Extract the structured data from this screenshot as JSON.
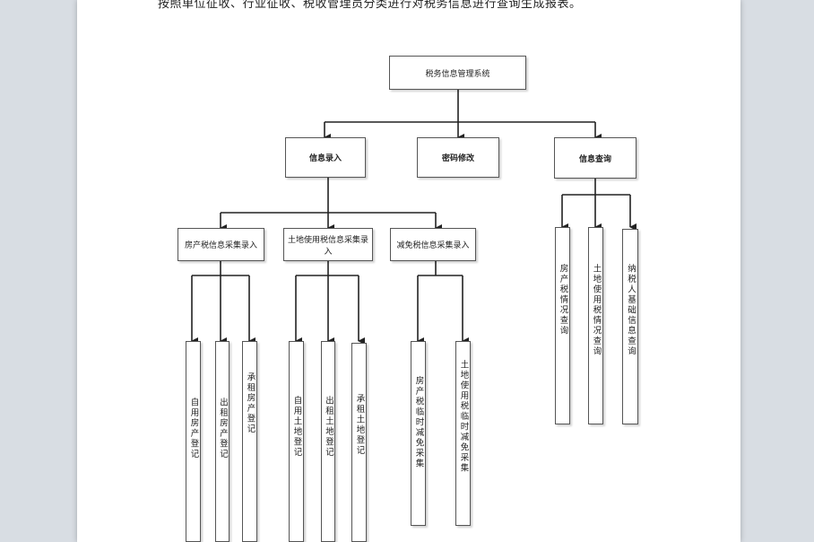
{
  "header_text": "按照单位征收、行业征收、税收管理员分类进行对税务信息进行查询生成报表。",
  "diagram": {
    "root": "税务信息管理系统",
    "level1": [
      "信息录入",
      "密码修改",
      "信息查询"
    ],
    "input_children": [
      "房产税信息采集录入",
      "土地使用税信息采集录入",
      "减免税信息采集录入"
    ],
    "house_children": [
      "自用房产登记",
      "出租房产登记",
      "承租房产登记"
    ],
    "land_children": [
      "自用土地登记",
      "出租土地登记",
      "承租土地登记"
    ],
    "exempt_children": [
      "房产税临时减免采集",
      "土地使用税临时减免采集"
    ],
    "query_children": [
      "房产税情况查询",
      "土地使用税情况查询",
      "纳税人基础信息查询"
    ]
  }
}
